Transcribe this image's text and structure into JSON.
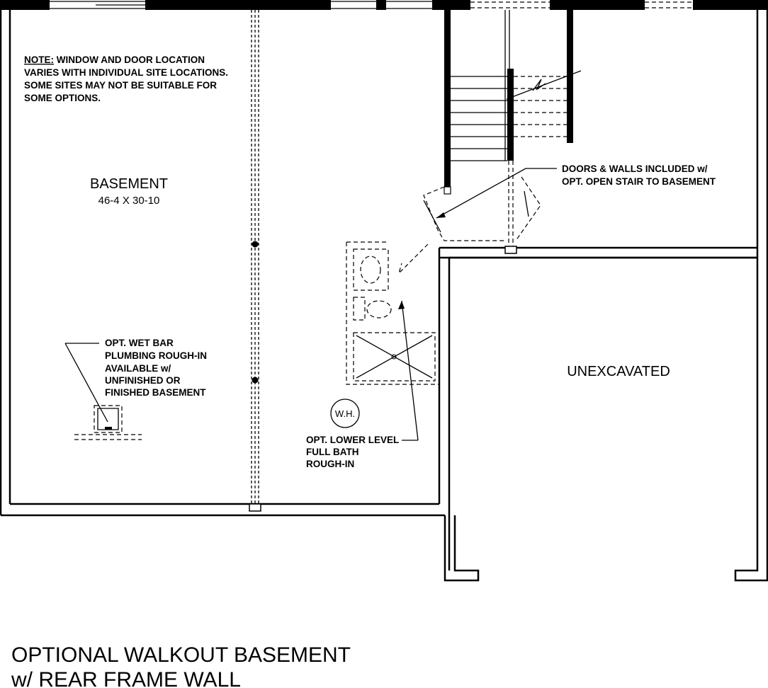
{
  "plan": {
    "note_heading": "NOTE:",
    "note_lines": [
      " WINDOW AND DOOR LOCATION",
      "VARIES WITH INDIVIDUAL SITE LOCATIONS.",
      "SOME SITES MAY NOT BE SUITABLE FOR",
      "SOME OPTIONS."
    ],
    "basement_label": "BASEMENT",
    "basement_dim": "46-4 X 30-10",
    "unexcavated_label": "UNEXCAVATED",
    "doors_note": [
      "DOORS & WALLS INCLUDED w/",
      "OPT. OPEN STAIR TO BASEMENT"
    ],
    "wetbar_note": [
      "OPT. WET BAR",
      "PLUMBING ROUGH-IN",
      "AVAILABLE w/",
      "UNFINISHED OR",
      "FINISHED BASEMENT"
    ],
    "water_heater_label": "W.H.",
    "bath_note": [
      "OPT. LOWER LEVEL",
      "FULL BATH",
      "ROUGH-IN"
    ],
    "title_lines": [
      "OPTIONAL WALKOUT BASEMENT",
      "w/ REAR FRAME WALL"
    ]
  }
}
